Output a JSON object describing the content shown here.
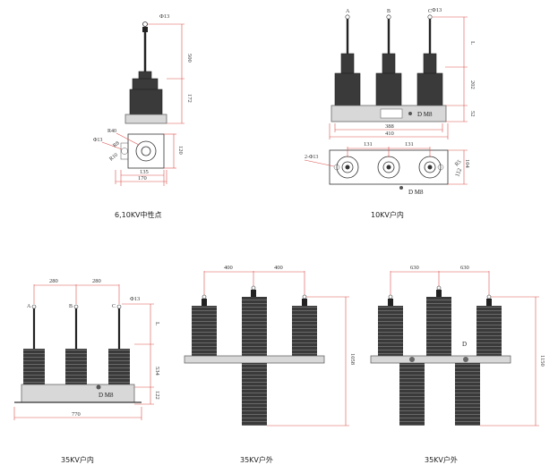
{
  "captions": {
    "neutral": "6,10KV中性点",
    "indoor10": "10KV户内",
    "indoor35": "35KV户内",
    "outdoor35a": "35KV户外",
    "outdoor35b": "35KV户外"
  },
  "neutral": {
    "phi_top": "Φ13",
    "h500": "500",
    "h172": "172",
    "r40": "R40",
    "phi13": "Φ13",
    "r8": "R8",
    "r10": "R10",
    "w120": "120",
    "w135": "135",
    "w170": "170"
  },
  "indoor10": {
    "phase_a": "A",
    "phase_b": "B",
    "phase_c": "C",
    "phi_top": "Φ13",
    "h_l": "L",
    "h202": "202",
    "h52": "52",
    "mark": "D  M8",
    "w388": "388",
    "w410": "410",
    "w131a": "131",
    "w131b": "131",
    "holes": "2-Φ13",
    "r5": "R5",
    "w104": "104",
    "w112": "112",
    "mark2": "D  M8"
  },
  "indoor35": {
    "w280a": "280",
    "w280b": "280",
    "phi_top": "Φ13",
    "phase_a": "A",
    "phase_b": "B",
    "phase_c": "C",
    "h_l": "L",
    "h534": "534",
    "h122": "122",
    "mark": "D  M8",
    "w770": "770"
  },
  "outdoor35a": {
    "w400a": "400",
    "w400b": "400",
    "h1058": "1058"
  },
  "outdoor35b": {
    "w630a": "630",
    "w630b": "630",
    "mark": "D",
    "h1150": "1150"
  }
}
